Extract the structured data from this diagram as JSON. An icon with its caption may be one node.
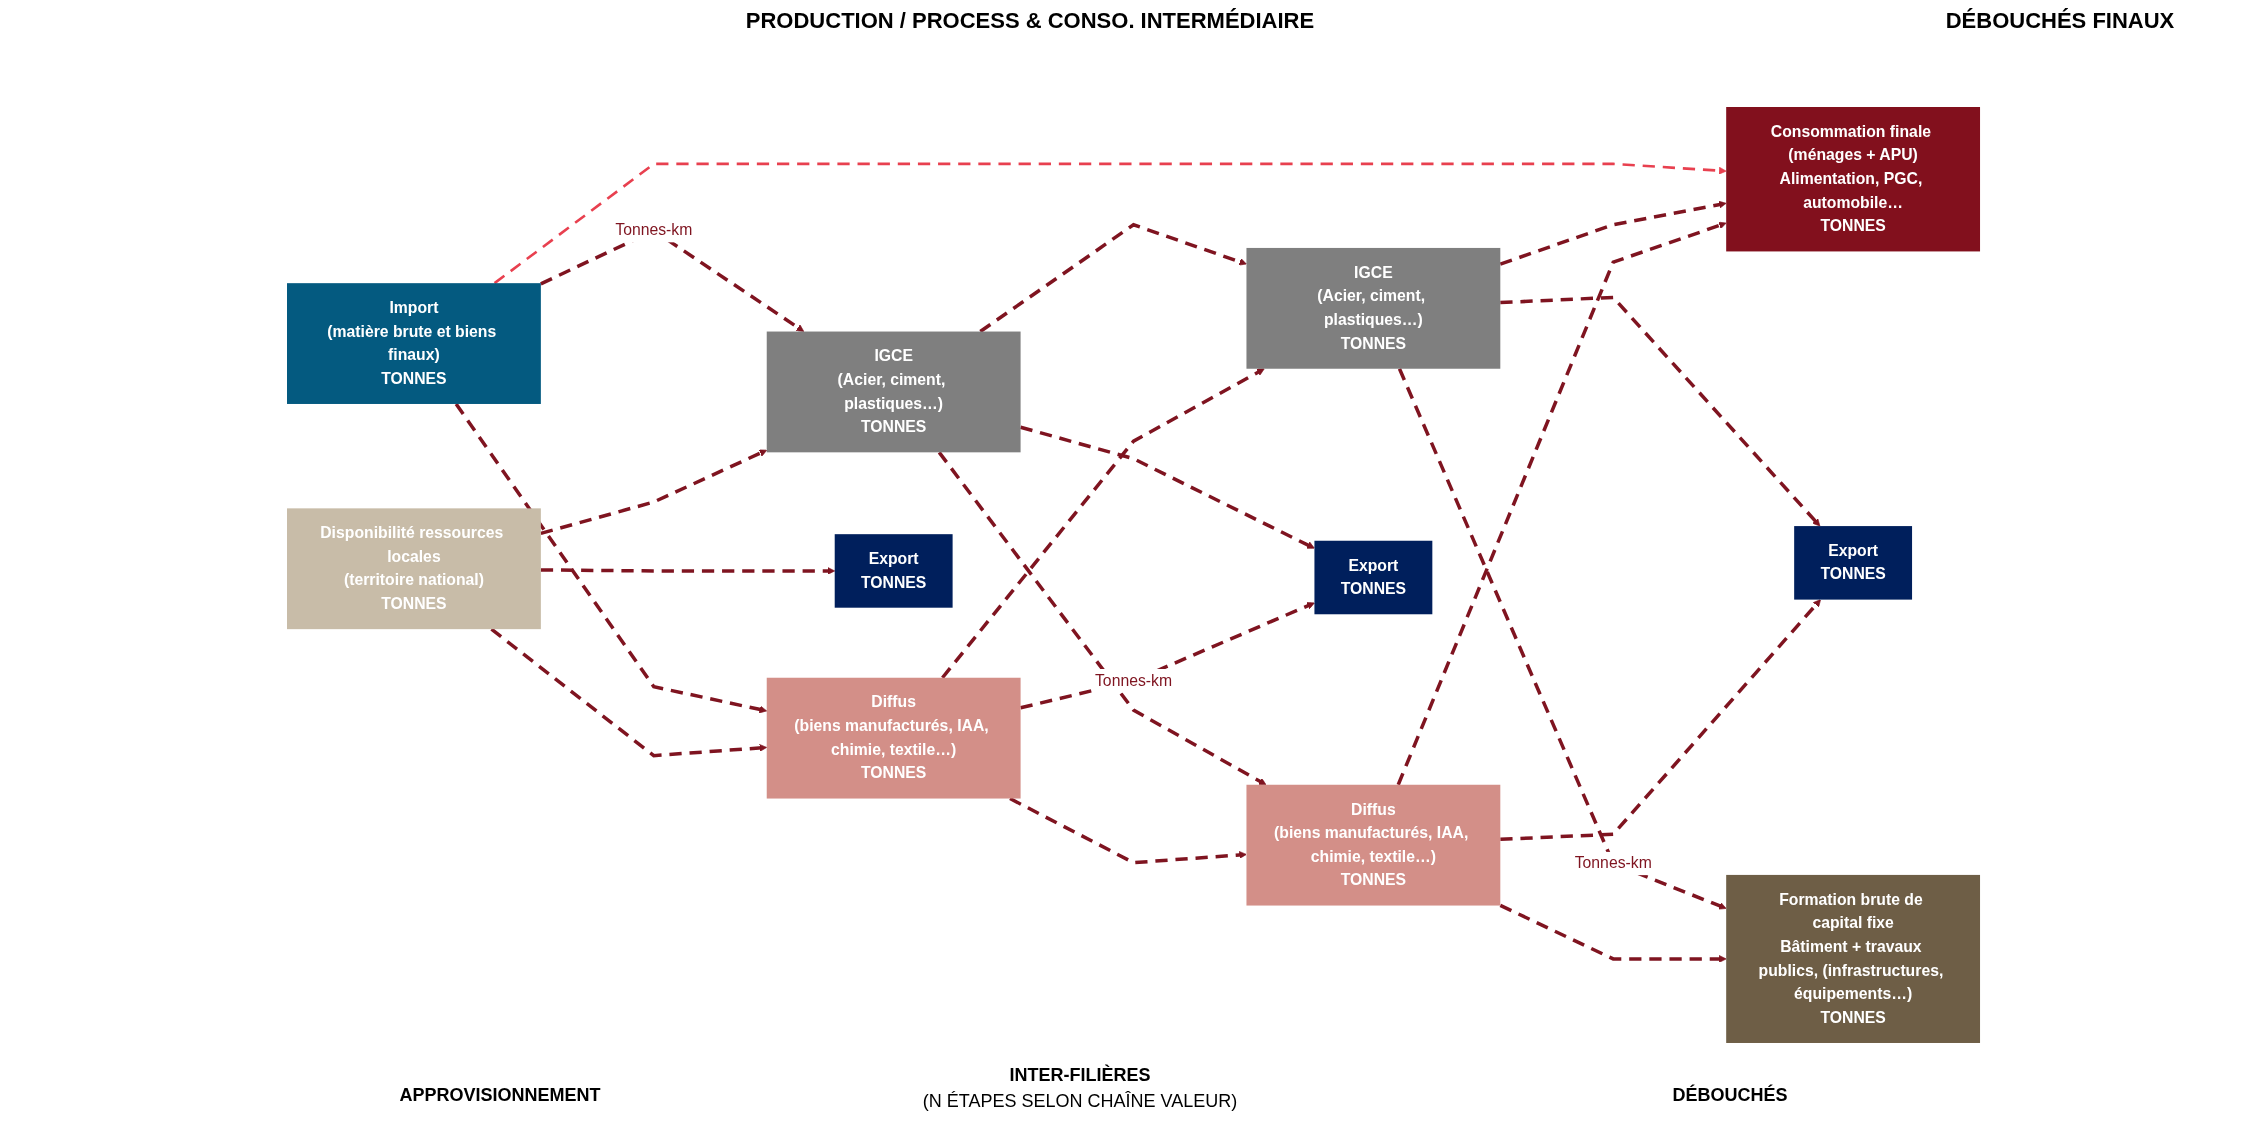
{
  "diagram": {
    "nodes": [
      {
        "text": [
          "Import",
          "(matière brute et biens finaux)",
          "TONNES"
        ]
      },
      {
        "text": [
          "Disponibilité ressources locales",
          "(territoire national)",
          "TONNES"
        ]
      },
      {
        "text": [
          "IGCE",
          "(Acier, ciment, plastiques…)",
          "TONNES"
        ]
      },
      {
        "text": [
          "Diffus",
          "(biens manufacturés, IAA, chimie, textile…)",
          "TONNES"
        ]
      },
      {
        "text": [
          "Export",
          "TONNES"
        ]
      },
      {
        "text": [
          "IGCE",
          "(Acier, ciment, plastiques…)",
          "TONNES"
        ]
      },
      {
        "text": [
          "Diffus",
          "(biens manufacturés, IAA, chimie, textile…)",
          "TONNES"
        ]
      },
      {
        "text": [
          "Export",
          "TONNES"
        ]
      },
      {
        "text": [
          "Formation brute de capital fixe",
          "Bâtiment + travaux publics, (infrastructures, équipements…)",
          "TONNES"
        ]
      },
      {
        "text": [
          "Consommation finale (ménages + APU)",
          "Alimentation, PGC, automobile…",
          "TONNES"
        ]
      },
      {
        "text": [
          "Export",
          "TONNES"
        ]
      }
    ],
    "edges": [
      {
        "from": 0,
        "to": 2,
        "arrow": "to",
        "label": "Tonnes-km",
        "style": "dashed"
      },
      {
        "from": 0,
        "to": 3,
        "arrow": "to",
        "style": "dashed"
      },
      {
        "from": 0,
        "to": 9,
        "arrow": "to",
        "style": "dashed",
        "color": "#e8404f"
      },
      {
        "from": 1,
        "to": 2,
        "arrow": "to",
        "style": "dashed"
      },
      {
        "from": 1,
        "to": 3,
        "arrow": "to",
        "style": "dashed"
      },
      {
        "from": 1,
        "to": 4,
        "arrow": "to",
        "style": "dashed"
      },
      {
        "from": 2,
        "to": 5,
        "arrow": "to",
        "style": "dashed"
      },
      {
        "from": 2,
        "to": 6,
        "arrow": "to",
        "style": "dashed"
      },
      {
        "from": 2,
        "to": 7,
        "arrow": "to",
        "style": "dashed"
      },
      {
        "from": 3,
        "to": 5,
        "arrow": "to",
        "style": "dashed"
      },
      {
        "from": 3,
        "to": 6,
        "arrow": "to",
        "style": "dashed"
      },
      {
        "from": 3,
        "to": 7,
        "arrow": "to",
        "label": "Tonnes-km",
        "style": "dashed"
      },
      {
        "from": 5,
        "to": 8,
        "arrow": "to",
        "label": "Tonnes-km",
        "style": "dashed"
      },
      {
        "from": 5,
        "to": 9,
        "arrow": "to",
        "style": "dashed"
      },
      {
        "from": 5,
        "to": 10,
        "arrow": "to",
        "style": "dashed"
      },
      {
        "from": 6,
        "to": 8,
        "arrow": "to",
        "style": "dashed"
      },
      {
        "from": 6,
        "to": 9,
        "arrow": "to",
        "style": "dashed"
      },
      {
        "from": 6,
        "to": 10,
        "arrow": "to",
        "style": "dashed"
      }
    ],
    "labels": [
      "PRODUCTION / PROCESS & CONSO. INTERMÉDIAIRE",
      "DÉBOUCHÉS FINAUX",
      "APPROVISIONNEMENT",
      "INTER-FILIÈRES",
      "(N ÉTAPES SELON CHAÎNE VALEUR)",
      "DÉBOUCHÉS"
    ]
  }
}
